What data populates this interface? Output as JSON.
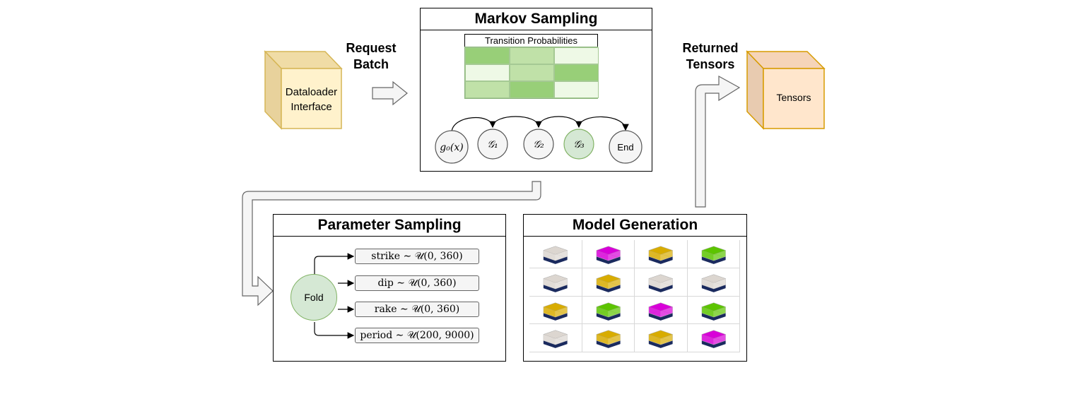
{
  "dataloader": {
    "label_line1": "Dataloader",
    "label_line2": "Interface"
  },
  "request": {
    "line1": "Request",
    "line2": "Batch"
  },
  "markov": {
    "title": "Markov Sampling",
    "matrix_title": "Transition Probabilities",
    "matrix_colors": [
      [
        "#98cf78",
        "#c0e1a8",
        "#eef9e6"
      ],
      [
        "#eef9e6",
        "#c0e1a8",
        "#98cf78"
      ],
      [
        "#c0e1a8",
        "#98cf78",
        "#eef9e6"
      ]
    ],
    "nodes": [
      {
        "label": "g₀(x)",
        "fill": "#f5f5f5"
      },
      {
        "label": "𝒢₁",
        "fill": "#f5f5f5"
      },
      {
        "label": "𝒢₂",
        "fill": "#f5f5f5"
      },
      {
        "label": "𝒢₃",
        "fill": "#d5e8d4"
      },
      {
        "label": "End",
        "fill": "#f5f5f5"
      }
    ]
  },
  "returned": {
    "line1": "Returned",
    "line2": "Tensors"
  },
  "tensors": {
    "label": "Tensors"
  },
  "parameter": {
    "title": "Parameter Sampling",
    "fold_label": "Fold",
    "params": [
      "strike ∼ 𝒰(0, 360)",
      "dip ∼ 𝒰(0, 360)",
      "rake ∼ 𝒰(0, 360)",
      "period ∼ 𝒰(200, 9000)"
    ]
  },
  "model": {
    "title": "Model Generation",
    "thumb_colors": [
      "#dcd6d0",
      "#d800d8",
      "#d8ac00",
      "#5cc400",
      "#dcd6d0",
      "#d8ac00",
      "#dcd6d0",
      "#dcd6d0",
      "#d8ac00",
      "#5cc400",
      "#d800d8",
      "#5cc400",
      "#dcd6d0",
      "#d8ac00",
      "#d8ac00",
      "#d800d8"
    ]
  }
}
